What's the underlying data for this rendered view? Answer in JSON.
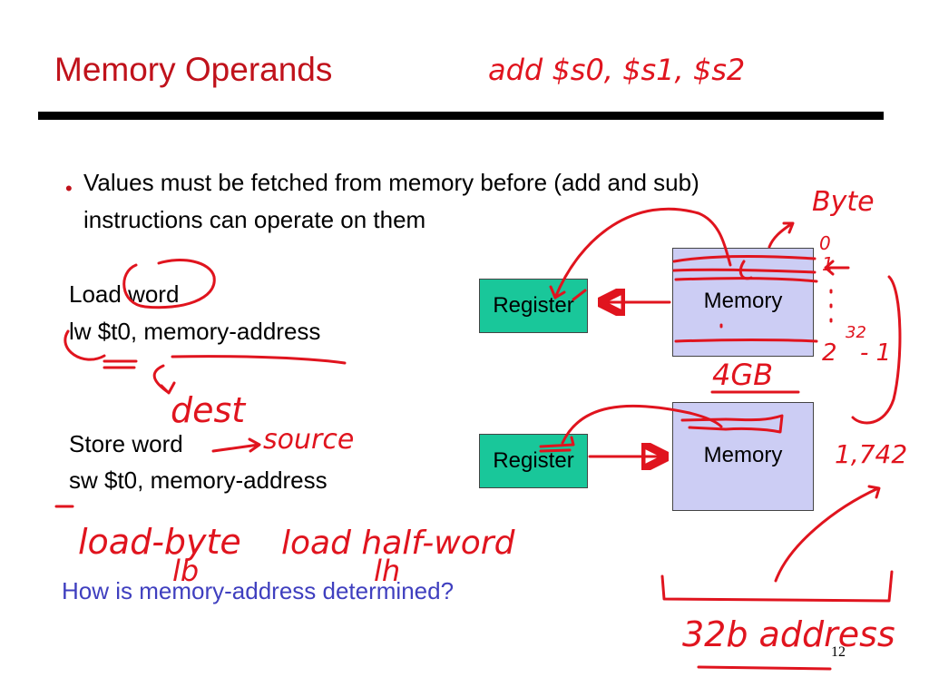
{
  "slide": {
    "title": "Memory Operands",
    "bullet": {
      "line1": "Values must be fetched from memory before (add and sub)",
      "line2": "instructions can operate on them"
    },
    "load": {
      "heading": "Load word",
      "syntax": "lw  $t0, memory-address"
    },
    "store": {
      "heading": "Store word",
      "syntax": "sw  $t0, memory-address"
    },
    "diagram_top": {
      "register_label": "Register",
      "memory_label": "Memory"
    },
    "diagram_bottom": {
      "register_label": "Register",
      "memory_label": "Memory"
    },
    "question": "How is memory-address determined?",
    "page_number": "12"
  },
  "annotations": {
    "add_instr": "add $s0, $s1, $s2",
    "byte": "Byte",
    "zero": "0",
    "one": "1",
    "two_pow": "2",
    "exp": "32",
    "minus_one": "- 1",
    "four_gb": "4GB",
    "dest": "dest",
    "source": "source",
    "load_byte": "load-byte",
    "lb": "lb",
    "load_half": "load half-word",
    "lh": "lh",
    "big_num": "1,742",
    "addr_bits": "32b address"
  },
  "colors": {
    "title": "#c0121b",
    "register": "#19c79a",
    "memory": "#cccdf4",
    "question": "#3f3fbf",
    "ink": "#e0141e"
  }
}
